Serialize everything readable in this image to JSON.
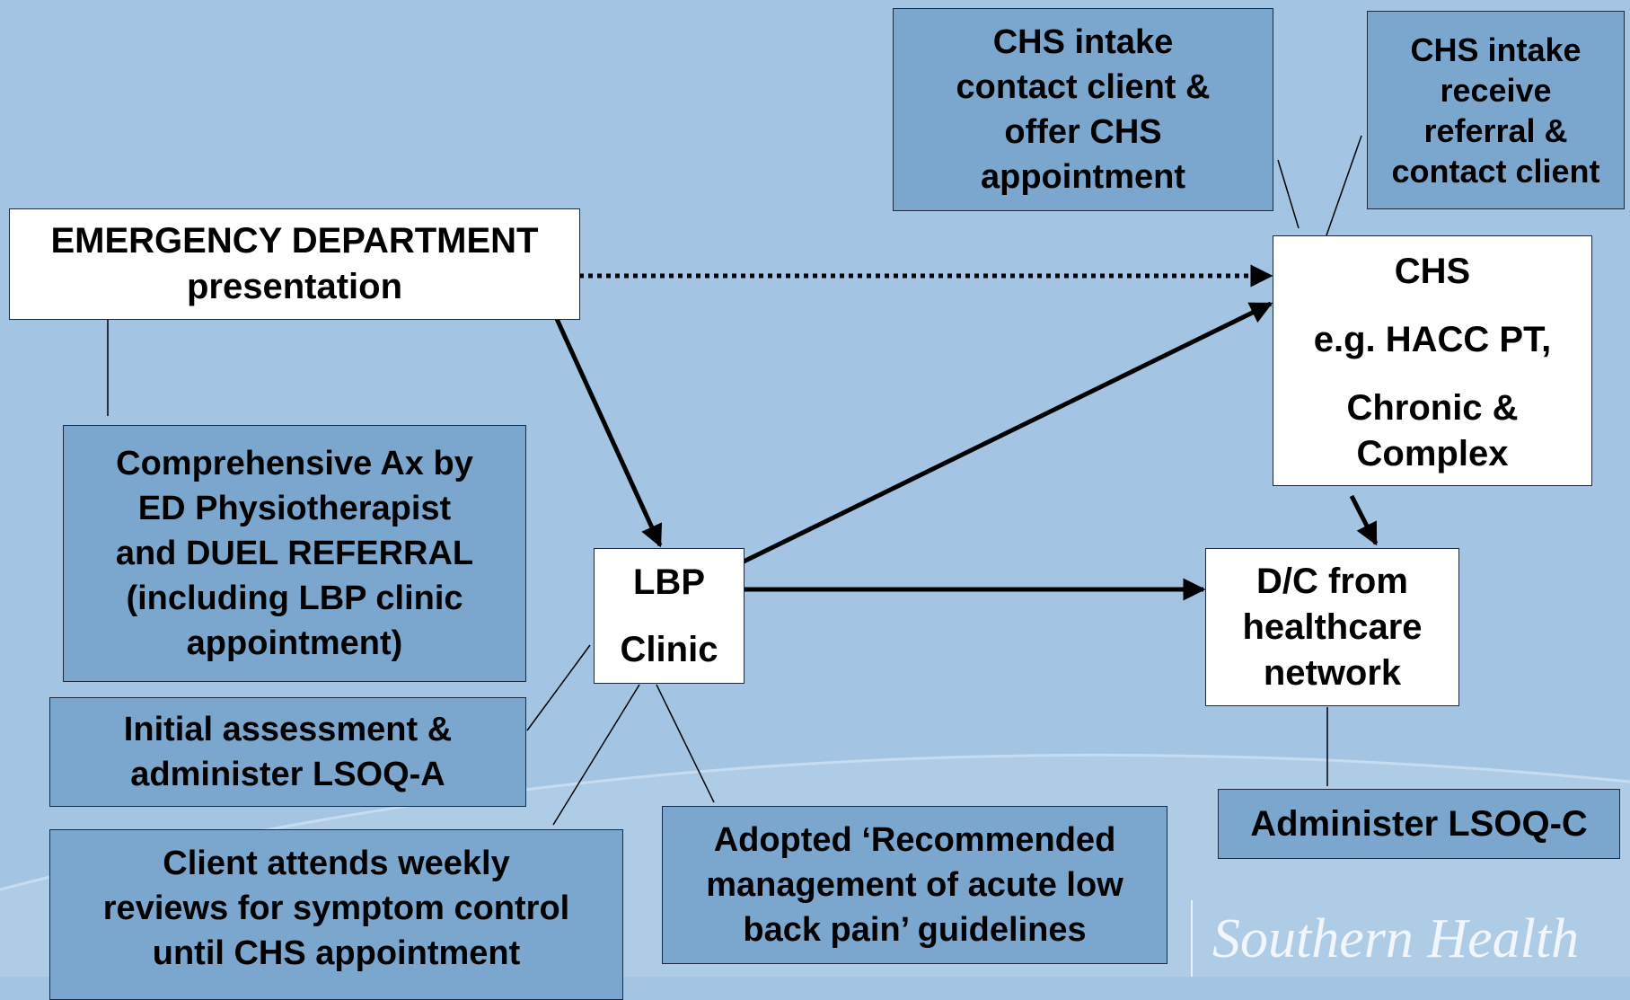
{
  "boxes": {
    "ed": [
      "EMERGENCY DEPARTMENT",
      "presentation"
    ],
    "comprehensive": [
      "Comprehensive Ax by",
      "ED Physiotherapist",
      "and DUEL REFERRAL",
      "(including LBP clinic",
      "appointment)"
    ],
    "initial": [
      "Initial assessment &",
      "administer LSOQ-A"
    ],
    "client_weekly": [
      "Client attends weekly",
      "reviews for symptom control",
      "until CHS appointment"
    ],
    "lbp": [
      "LBP",
      "Clinic"
    ],
    "adopted": [
      "Adopted ‘Recommended",
      "management of acute low",
      "back pain’ guidelines"
    ],
    "chs_intake_contact": [
      "CHS intake",
      "contact client &",
      "offer CHS",
      "appointment"
    ],
    "chs_intake_receive": [
      "CHS intake",
      "receive",
      "referral &",
      "contact client"
    ],
    "chs": [
      "CHS",
      "e.g. HACC PT,",
      "Chronic &",
      "Complex"
    ],
    "dc": [
      "D/C from",
      "healthcare",
      "network"
    ],
    "lsoq_c": [
      "Administer LSOQ-C"
    ]
  },
  "watermark": "Southern Health",
  "colors": {
    "background": "#a3c4e2",
    "blue_box": "#7ba7cf",
    "white_box": "#ffffff",
    "border": "#1b2a40"
  }
}
